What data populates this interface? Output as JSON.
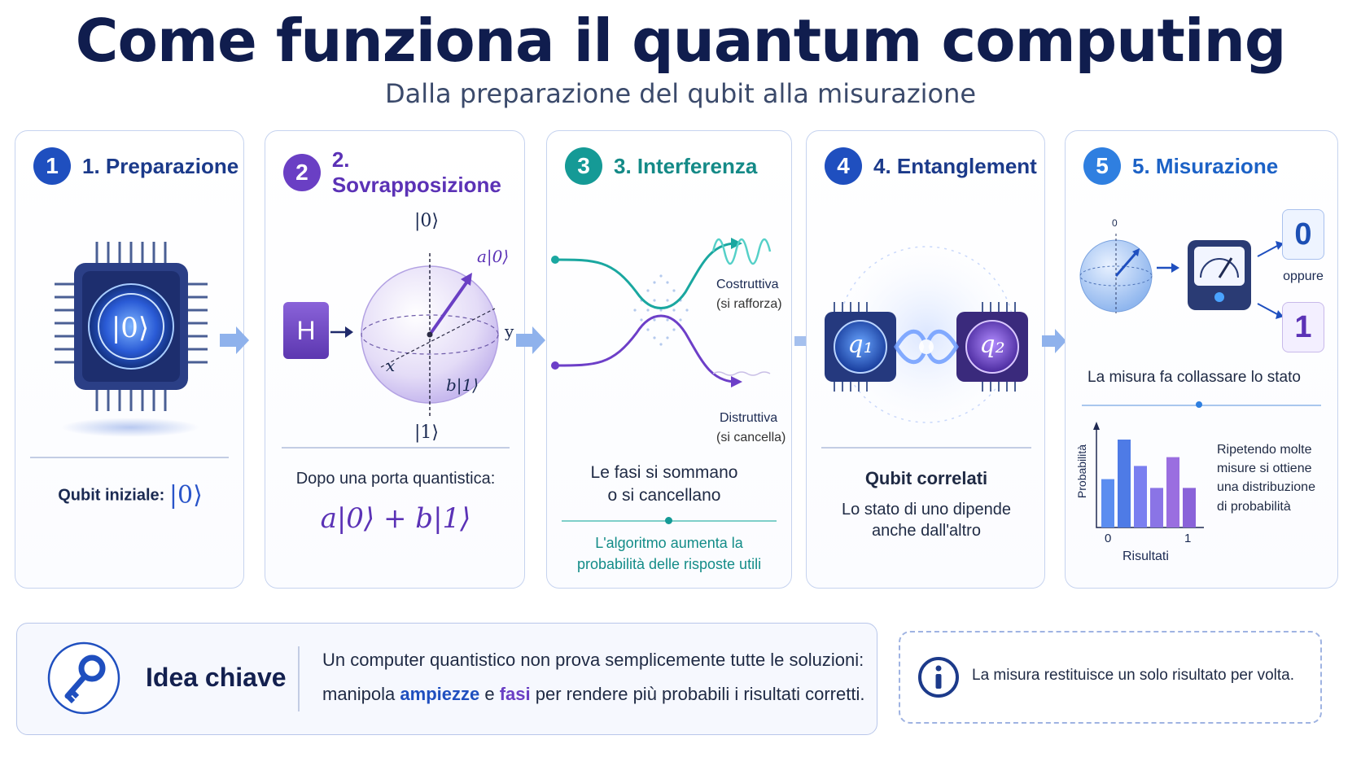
{
  "title": "Come funziona il quantum computing",
  "subtitle": "Dalla preparazione del qubit alla misurazione",
  "colors": {
    "navy": "#101d4e",
    "blue": "#1f4fbf",
    "purple": "#6a3fc4",
    "teal": "#159a96",
    "sky": "#2f7fe0"
  },
  "steps": [
    {
      "num": "1",
      "title": "1. Preparazione",
      "chip_label": "|0⟩",
      "caption_prefix": "Qubit iniziale:",
      "caption_ket": "|0⟩"
    },
    {
      "num": "2",
      "title": "2. Sovrapposizione",
      "gate": "H",
      "sphere": {
        "top": "|0⟩",
        "bottom": "|1⟩",
        "x": "x",
        "y": "y",
        "a": "a|0⟩",
        "b": "b|1⟩"
      },
      "caption": "Dopo una porta quantistica:",
      "formula": "a|0⟩ + b|1⟩"
    },
    {
      "num": "3",
      "title": "3. Interferenza",
      "constructive": "Costruttiva",
      "constructive_note": "(si rafforza)",
      "destructive": "Distruttiva",
      "destructive_note": "(si cancella)",
      "caption_line1": "Le fasi si sommano",
      "caption_line2": "o si cancellano",
      "note_line1": "L'algoritmo aumenta la",
      "note_line2": "probabilità delle risposte utili"
    },
    {
      "num": "4",
      "title": "4. Entanglement",
      "q1": "q₁",
      "q2": "q₂",
      "caption_title": "Qubit correlati",
      "caption_line1": "Lo stato di uno dipende",
      "caption_line2": "anche dall'altro"
    },
    {
      "num": "5",
      "title": "5. Misurazione",
      "sphere_top": "0",
      "result_0": "0",
      "oppure": "oppure",
      "result_1": "1",
      "collapse_text": "La misura fa collassare lo stato",
      "y_label": "Probabilità",
      "x_label": "Risultati",
      "x_tick_0": "0",
      "x_tick_1": "1",
      "note_line1": "Ripetendo molte",
      "note_line2": "misure si ottiene",
      "note_line3": "una distribuzione",
      "note_line4": "di probabilità"
    }
  ],
  "chart_data": {
    "type": "bar",
    "xlabel": "Risultati",
    "ylabel": "Probabilità",
    "x_ticks": [
      "0",
      "1"
    ],
    "values": [
      0.55,
      1.0,
      0.7,
      0.45,
      0.8,
      0.45
    ]
  },
  "key_idea": {
    "label": "Idea chiave",
    "line1": "Un computer quantistico non prova semplicemente tutte le soluzioni:",
    "line2_a": "manipola ",
    "line2_b": "ampiezze",
    "line2_c": " e ",
    "line2_d": "fasi",
    "line2_e": " per rendere più probabili i risultati corretti."
  },
  "info": {
    "text": "La misura restituisce un solo risultato per volta."
  }
}
